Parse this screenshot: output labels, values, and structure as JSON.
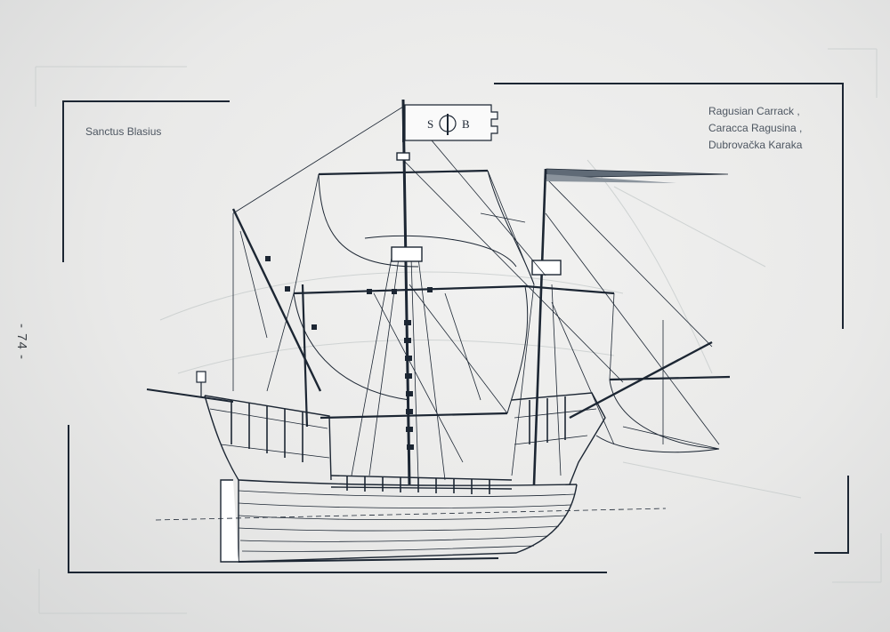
{
  "page": {
    "number": "- 74 -"
  },
  "caption": {
    "ship_name": "Sanctus Blasius",
    "type_names": [
      "Ragusian Carrack ,",
      "Caracca Ragusina ,",
      "Dubrovačka Karaka"
    ]
  },
  "flag": {
    "letters": [
      "S",
      "B"
    ]
  },
  "colors": {
    "ink": "#1c2633",
    "paper": "#efefee",
    "label": "#4d5661"
  }
}
